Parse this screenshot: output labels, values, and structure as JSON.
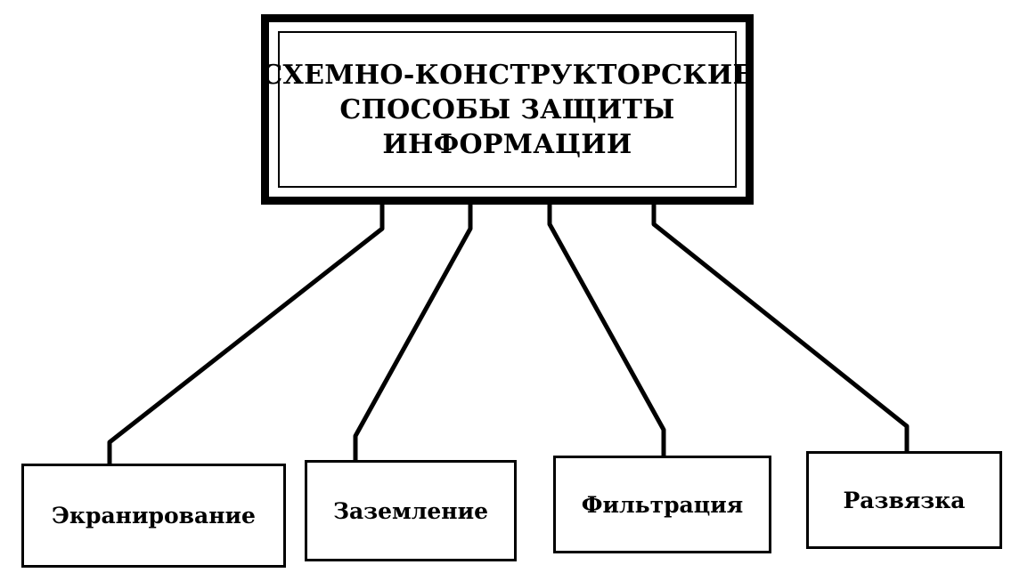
{
  "diagram": {
    "root": {
      "lines": [
        "СХЕМНО-КОНСТРУКТОРСКИЕ",
        "СПОСОБЫ ЗАЩИТЫ",
        "ИНФОРМАЦИИ"
      ]
    },
    "children": [
      {
        "label": "Экранирование"
      },
      {
        "label": "Заземление"
      },
      {
        "label": "Фильтрация"
      },
      {
        "label": "Развязка"
      }
    ]
  },
  "colors": {
    "stroke": "#000000",
    "background": "#ffffff"
  }
}
